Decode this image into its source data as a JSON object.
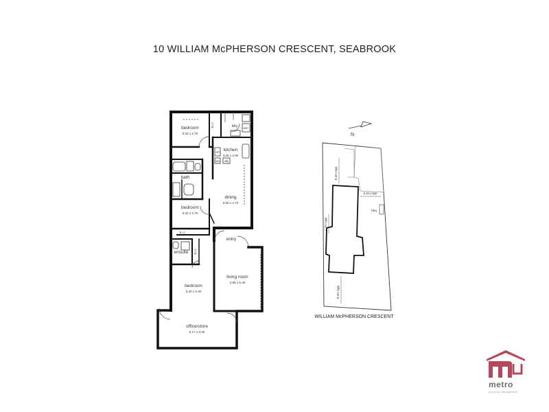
{
  "title": "10 WILLIAM McPHERSON CRESCENT, SEABROOK",
  "rooms": {
    "bedroom1": {
      "name": "bedroom",
      "dims": "3.20 x 2.70"
    },
    "bedroom2": {
      "name": "bedroom",
      "dims": "3.20 x 2.70"
    },
    "bedroom3": {
      "name": "bedroom",
      "dims": "3.40 x 3.40"
    },
    "kitchen": {
      "name": "kitchen",
      "dims": "3.05 x 2.90"
    },
    "dining": {
      "name": "dining",
      "dims": "3.60 x 4.70"
    },
    "living": {
      "name": "living room",
      "dims": "3.85 x 5.30"
    },
    "office": {
      "name": "office/store",
      "dims": "6.17 x 3.00"
    },
    "bath": {
      "name": "bath"
    },
    "ensuite": {
      "name": "ensuite"
    },
    "entry": {
      "name": "entry"
    },
    "ldry": {
      "name": "ldry"
    }
  },
  "fixtures": {
    "bir1": "b.i.r.",
    "bir2": "b.i.r.",
    "bir3": "b.i.r.",
    "ref": "ref",
    "wm": "wm",
    "wo": "wo",
    "dw": "dw"
  },
  "site": {
    "north": "N",
    "d1": "8.4m App.",
    "d2": "5.0m App.",
    "d3": "1.2m App.",
    "d4": "9.4m App.",
    "bbq": "bbq",
    "street": "WILLIAM McPHERSON CRESCENT"
  },
  "logo": {
    "text": "metro",
    "sub": "property management",
    "color": "#b5485a"
  }
}
